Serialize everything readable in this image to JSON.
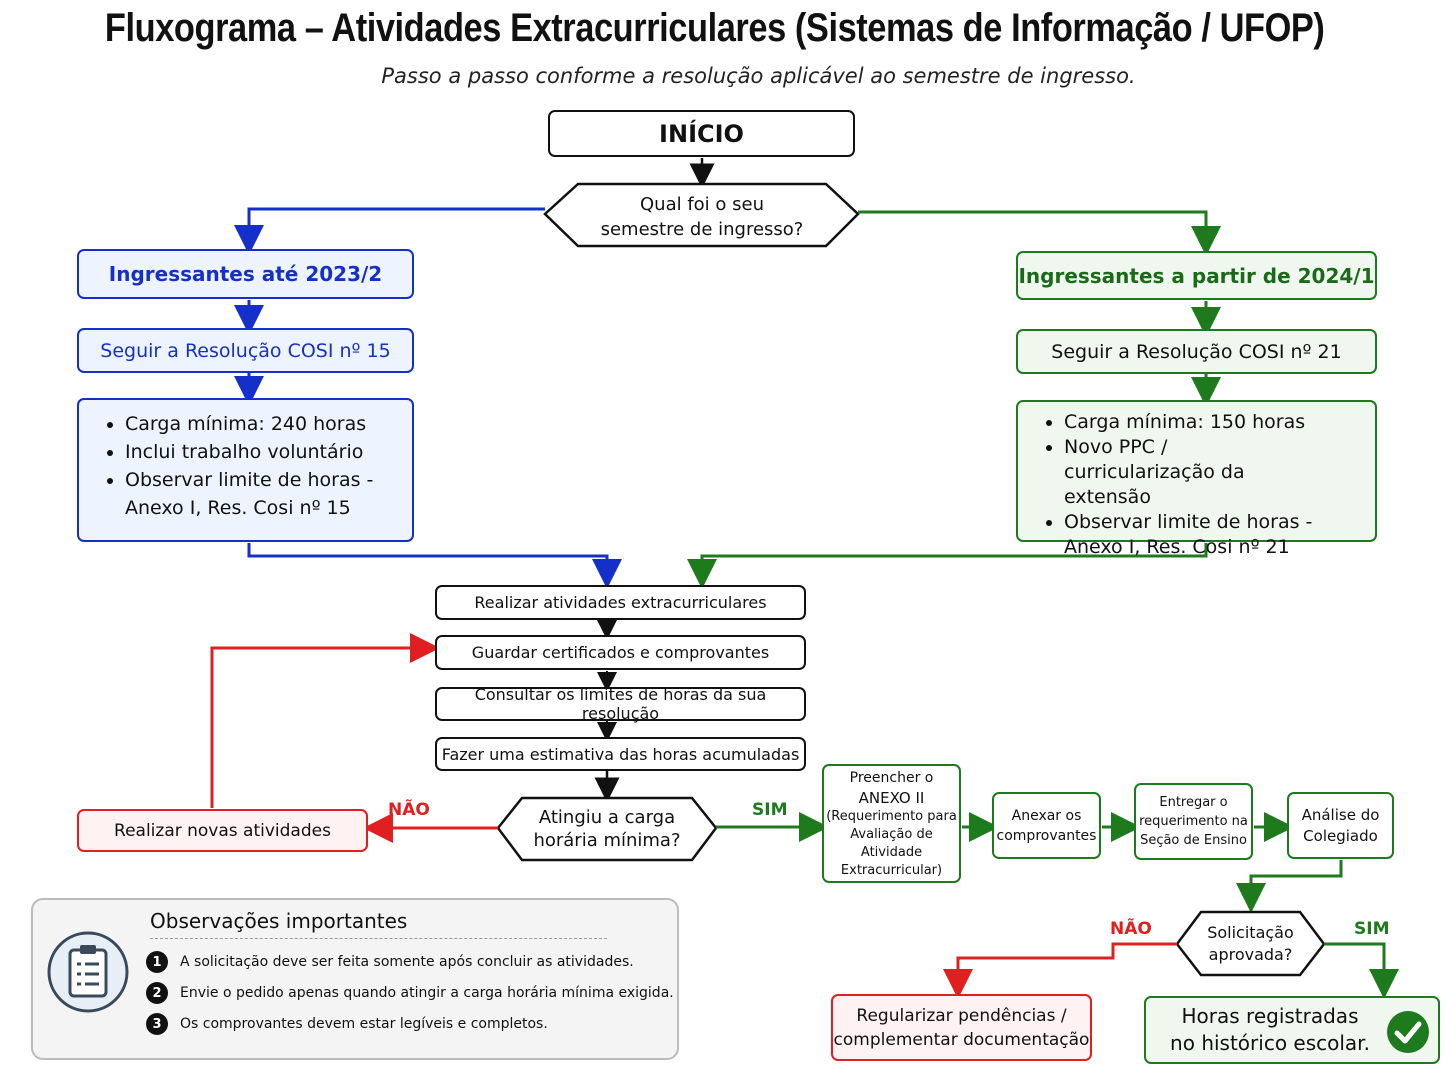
{
  "title": "Fluxograma – Atividades Extracurriculares (Sistemas de Informação / UFOP)",
  "subtitle": "Passo a passo conforme a resolução aplicável ao semestre de ingresso.",
  "start": "INÍCIO",
  "question1": [
    "Qual foi o seu",
    "semestre de ingresso?"
  ],
  "left": {
    "header": "Ingressantes até 2023/2",
    "resolution": "Seguir a Resolução COSI nº 15",
    "bullets": [
      "Carga mínima: 240 horas",
      "Inclui trabalho voluntário",
      "Observar limite de horas - Anexo I, Res. Cosi nº 15"
    ]
  },
  "right": {
    "header": "Ingressantes a partir de 2024/1",
    "resolution": "Seguir a Resolução COSI nº 21",
    "bullets": [
      "Carga mínima: 150 horas",
      "Novo PPC / curricularização da extensão",
      "Observar limite de horas - Anexo I, Res. Cosi nº 21"
    ]
  },
  "steps": [
    "Realizar atividades extracurriculares",
    "Guardar certificados e comprovantes",
    "Consultar os limites de horas da sua resolução",
    "Fazer uma estimativa das horas acumuladas"
  ],
  "question2": [
    "Atingiu a carga",
    "horária mínima?"
  ],
  "no_label": "NÃO",
  "yes_label": "SIM",
  "new_activities": "Realizar novas atividades",
  "process": [
    [
      "Preencher o",
      "ANEXO II",
      "(Requerimento para",
      "Avaliação de Atividade",
      "Extracurricular)"
    ],
    [
      "Anexar os",
      "comprovantes"
    ],
    [
      "Entregar o",
      "requerimento na",
      "Seção de Ensino"
    ],
    [
      "Análise do",
      "Colegiado"
    ]
  ],
  "question3": [
    "Solicitação",
    "aprovada?"
  ],
  "regularize": [
    "Regularizar pendências /",
    "complementar documentação"
  ],
  "registered": [
    "Horas registradas",
    "no histórico escolar."
  ],
  "notes": {
    "title": "Observações importantes",
    "items": [
      {
        "n": "1",
        "text": "A solicitação deve ser feita somente após concluir as atividades."
      },
      {
        "n": "2",
        "text": "Envie o pedido apenas quando atingir a carga horária mínima exigida."
      },
      {
        "n": "3",
        "text": "Os comprovantes devem estar legíveis e completos."
      }
    ]
  },
  "colors": {
    "blue": "#1530c8",
    "green": "#1d7a1d",
    "red": "#e02020",
    "black": "#111111"
  }
}
